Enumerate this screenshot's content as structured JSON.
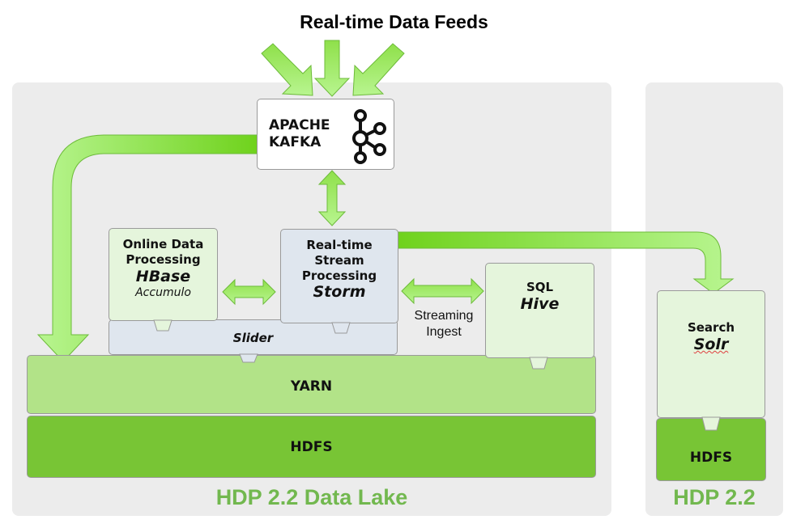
{
  "title": "Real-time Data Feeds",
  "panels": {
    "data_lake": {
      "caption": "HDP 2.2 Data Lake"
    },
    "search": {
      "caption": "HDP 2.2"
    }
  },
  "kafka": {
    "line1": "APACHE",
    "line2": "KAFKA",
    "icon": "kafka-logo-icon"
  },
  "hbase_box": {
    "line1": "Online Data",
    "line2": "Processing",
    "name": "HBase",
    "sub": "Accumulo"
  },
  "storm_box": {
    "line1": "Real-time Stream",
    "line2": "Processing",
    "name": "Storm"
  },
  "slider": {
    "label": "Slider"
  },
  "streaming_ingest": {
    "line1": "Streaming",
    "line2": "Ingest"
  },
  "hive_box": {
    "line1": "SQL",
    "name": "Hive"
  },
  "yarn": {
    "label": "YARN"
  },
  "hdfs_main": {
    "label": "HDFS"
  },
  "solr_box": {
    "line1": "Search",
    "name": "Solr"
  },
  "hdfs_search": {
    "label": "HDFS"
  },
  "colors": {
    "arrow_light": "#b8f590",
    "arrow_dark": "#6fd21c",
    "yarn": "#b2e388",
    "hdfs": "#78c535",
    "caption": "#72b84f",
    "panel": "#ececec"
  }
}
